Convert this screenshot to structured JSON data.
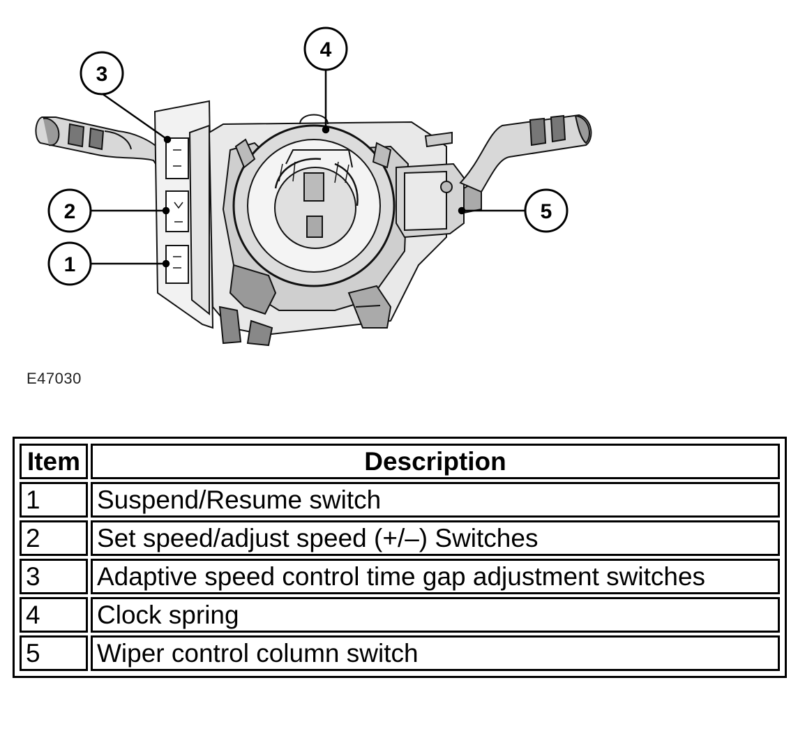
{
  "figure_id": "E47030",
  "callouts": [
    {
      "label": "1"
    },
    {
      "label": "2"
    },
    {
      "label": "3"
    },
    {
      "label": "4"
    },
    {
      "label": "5"
    }
  ],
  "legend": {
    "headers": {
      "item": "Item",
      "description": "Description"
    },
    "rows": [
      {
        "item": "1",
        "description": "Suspend/Resume switch"
      },
      {
        "item": "2",
        "description": "Set speed/adjust speed (+/–) Switches"
      },
      {
        "item": "3",
        "description": "Adaptive speed control time gap adjustment switches"
      },
      {
        "item": "4",
        "description": "Clock spring"
      },
      {
        "item": "5",
        "description": "Wiper control column switch"
      }
    ]
  }
}
